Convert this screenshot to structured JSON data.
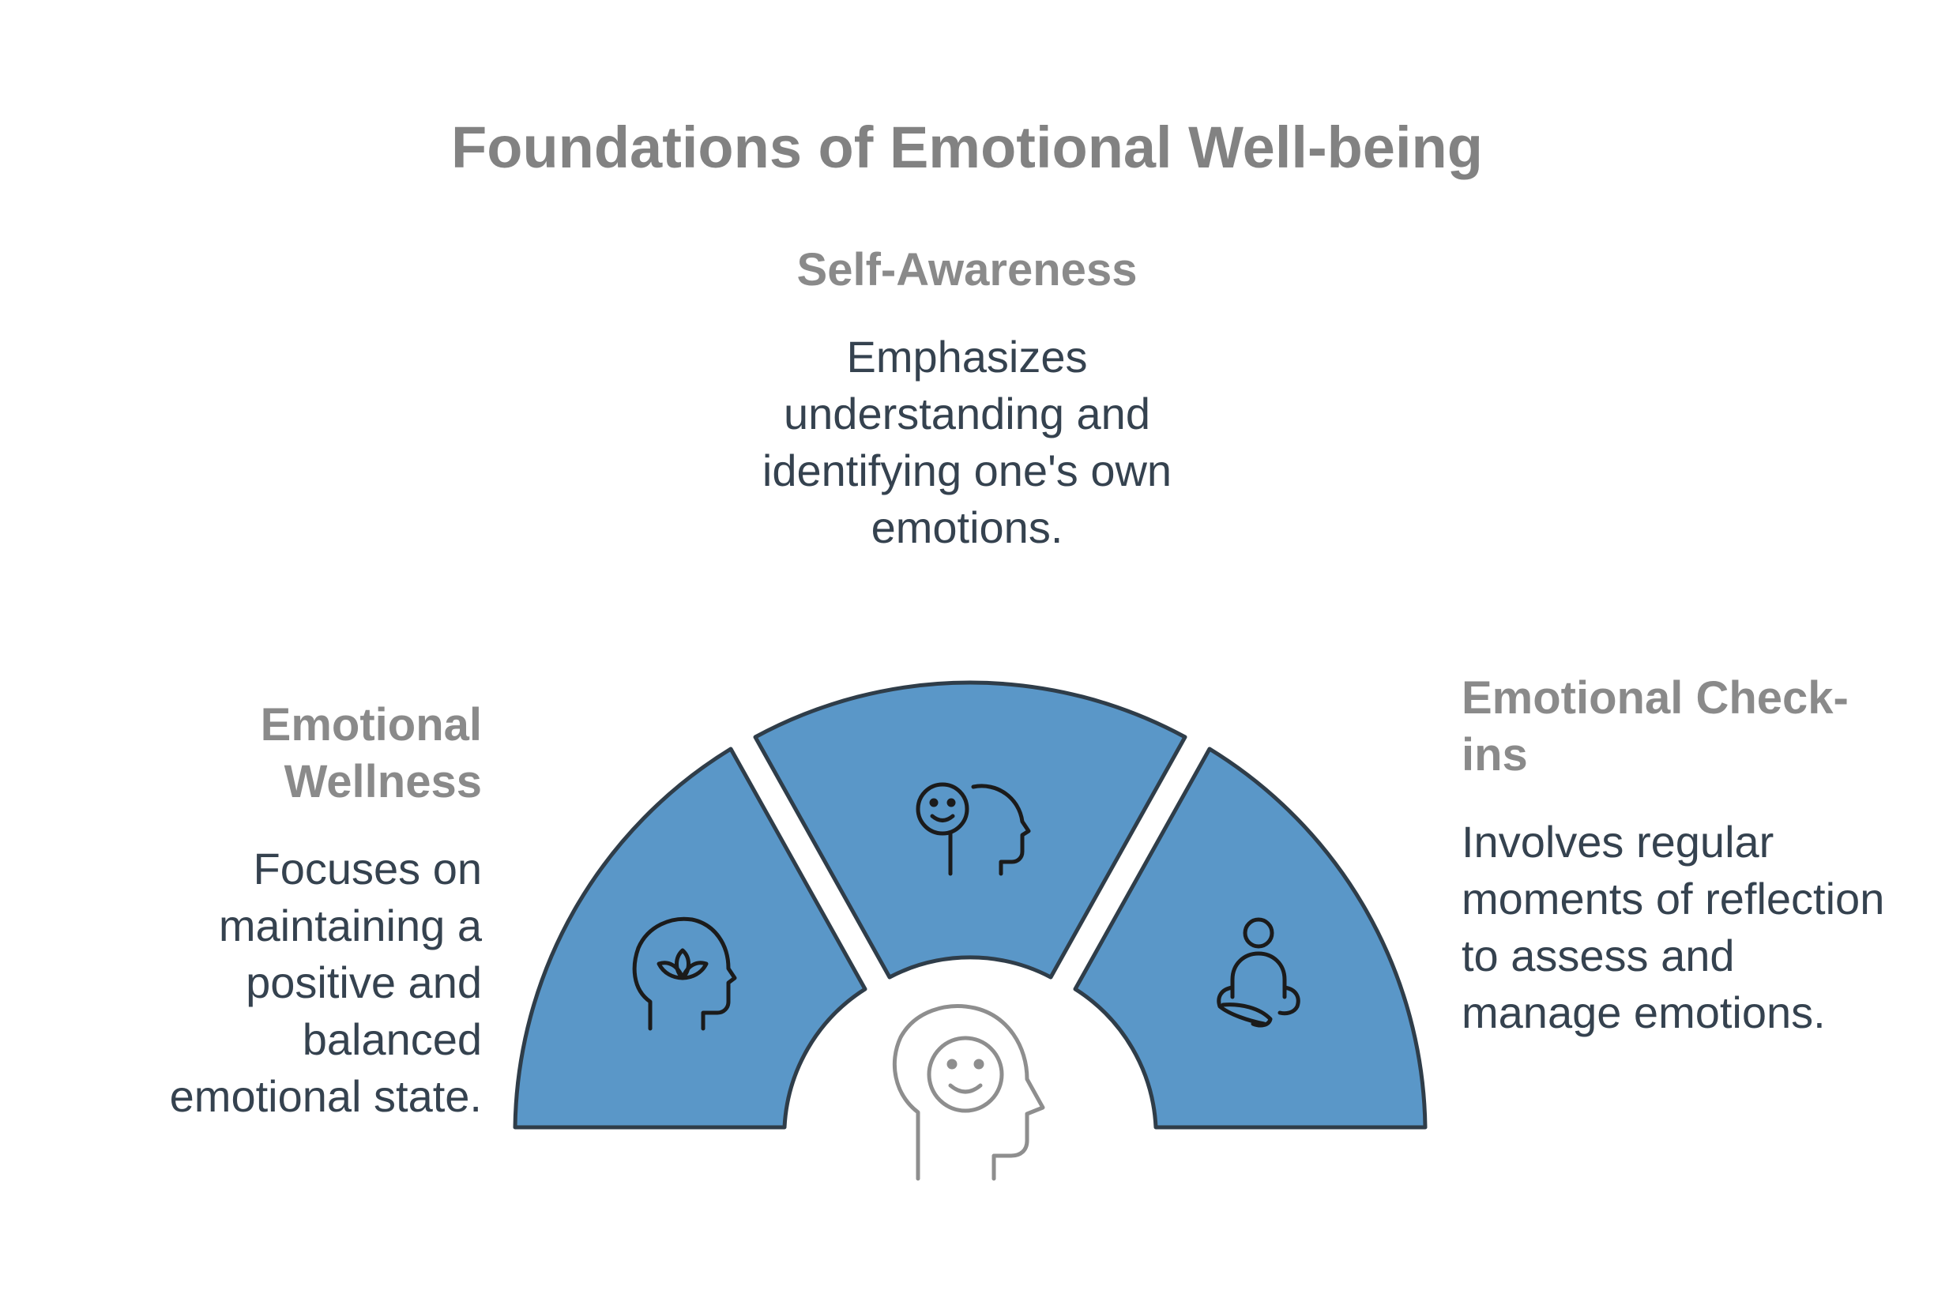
{
  "title": "Foundations of Emotional Well-being",
  "colors": {
    "segment_fill": "#5a97c8",
    "segment_stroke": "#2f3d49",
    "heading_text": "#8a8a8a",
    "body_text": "#35424f",
    "center_icon": "#8e8e8e"
  },
  "center": {
    "icon": "smiling-head-icon"
  },
  "segments": [
    {
      "heading": "Emotional Wellness",
      "description": "Focuses on maintaining a positive and balanced emotional state.",
      "icon": "lotus-mind-icon"
    },
    {
      "heading": "Self-Awareness",
      "description": "Emphasizes understanding and identifying one's own emotions.",
      "icon": "self-reflection-icon"
    },
    {
      "heading": "Emotional Check-ins",
      "description": "Involves regular moments of reflection to assess and manage emotions.",
      "icon": "meditation-icon"
    }
  ]
}
